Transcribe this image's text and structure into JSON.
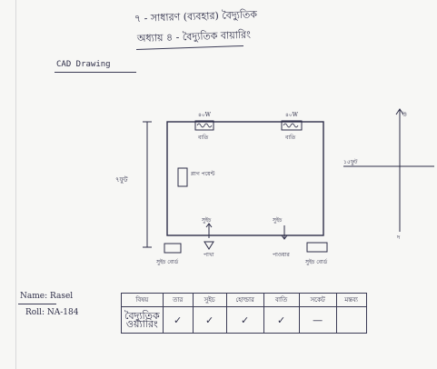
{
  "header": {
    "line1": "৭ - সাধারণ (ব্যবহার) বৈদ্যুতিক",
    "line2": "অধ্যায় ৪ - বৈদ্যুতিক বায়ারিং"
  },
  "heading": "CAD Drawing",
  "diagram": {
    "dimension_left": "৭ফুট",
    "light_left": "বাতি",
    "light_right": "বাতি",
    "plug_point": "প্লাগ পয়েন্ট",
    "switch_left": "সুইচ",
    "switch_right": "সুইচ",
    "fan": "পাখা",
    "board_left": "সুইচ বোর্ড",
    "board_right": "সুইচ বোর্ড",
    "dimension_right": "১৫ফুট",
    "compass_n": "উ",
    "compass_s": "দ"
  },
  "signature": {
    "name": "Name: Rasel",
    "roll": "Roll: NA-184"
  },
  "table": {
    "headers": [
      "বিষয়",
      "তার",
      "সুইচ",
      "হোল্ডার",
      "বাতি",
      "সকেট",
      "মন্তব্য"
    ],
    "row_label": "বৈদ্যুতিক ওয়্যারিং",
    "marks": [
      "✓",
      "✓",
      "✓",
      "✓",
      "—",
      ""
    ]
  }
}
